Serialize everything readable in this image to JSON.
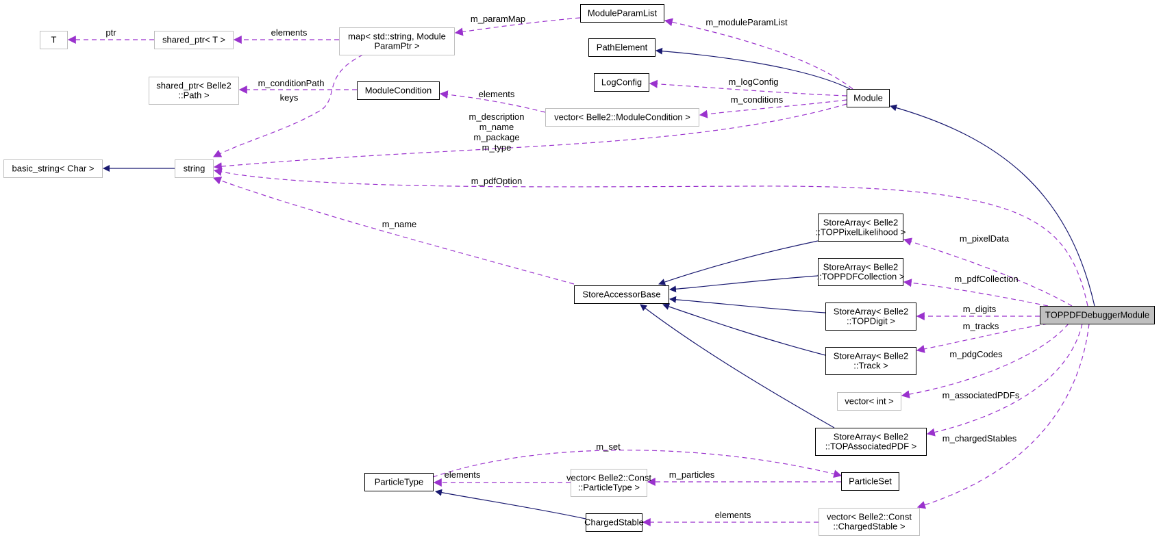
{
  "diagram": {
    "title": "TOPPDFDebuggerModule collaboration graph",
    "colors": {
      "inheritance_edge": "#191970",
      "usage_edge": "#9a32cd",
      "node_border": "#000000",
      "external_border": "#bfbfbf",
      "focus_fill": "#bfbfbf"
    },
    "nodes": [
      {
        "id": "T",
        "lines": [
          "T"
        ],
        "kind": "external"
      },
      {
        "id": "shared_ptr_T",
        "lines": [
          "shared_ptr< T >"
        ],
        "kind": "external"
      },
      {
        "id": "map_param",
        "lines": [
          "map< std::string, Module",
          "ParamPtr >"
        ],
        "kind": "external"
      },
      {
        "id": "ModuleParamList",
        "lines": [
          "ModuleParamList"
        ],
        "kind": "class"
      },
      {
        "id": "PathElement",
        "lines": [
          "PathElement"
        ],
        "kind": "class"
      },
      {
        "id": "LogConfig",
        "lines": [
          "LogConfig"
        ],
        "kind": "class"
      },
      {
        "id": "shared_ptr_path",
        "lines": [
          "shared_ptr< Belle2",
          "::Path >"
        ],
        "kind": "external"
      },
      {
        "id": "ModuleCondition",
        "lines": [
          "ModuleCondition"
        ],
        "kind": "class"
      },
      {
        "id": "vector_modcond",
        "lines": [
          "vector< Belle2::ModuleCondition >"
        ],
        "kind": "external"
      },
      {
        "id": "Module",
        "lines": [
          "Module"
        ],
        "kind": "class"
      },
      {
        "id": "basic_string",
        "lines": [
          "basic_string< Char >"
        ],
        "kind": "external"
      },
      {
        "id": "string",
        "lines": [
          "string"
        ],
        "kind": "external"
      },
      {
        "id": "SA_pixel",
        "lines": [
          "StoreArray< Belle2",
          "::TOPPixelLikelihood >"
        ],
        "kind": "class"
      },
      {
        "id": "SA_pdfcoll",
        "lines": [
          "StoreArray< Belle2",
          "::TOPPDFCollection >"
        ],
        "kind": "class"
      },
      {
        "id": "StoreAccessorBase",
        "lines": [
          "StoreAccessorBase"
        ],
        "kind": "class"
      },
      {
        "id": "SA_digit",
        "lines": [
          "StoreArray< Belle2",
          "::TOPDigit >"
        ],
        "kind": "class"
      },
      {
        "id": "TOPPDFDebuggerModule",
        "lines": [
          "TOPPDFDebuggerModule"
        ],
        "kind": "focus"
      },
      {
        "id": "SA_track",
        "lines": [
          "StoreArray< Belle2",
          "::Track >"
        ],
        "kind": "class"
      },
      {
        "id": "vector_int",
        "lines": [
          "vector< int >"
        ],
        "kind": "external"
      },
      {
        "id": "SA_assoc",
        "lines": [
          "StoreArray< Belle2",
          "::TOPAssociatedPDF >"
        ],
        "kind": "class"
      },
      {
        "id": "ParticleType",
        "lines": [
          "ParticleType"
        ],
        "kind": "class"
      },
      {
        "id": "vector_ptype",
        "lines": [
          "vector< Belle2::Const",
          "::ParticleType >"
        ],
        "kind": "external"
      },
      {
        "id": "ParticleSet",
        "lines": [
          "ParticleSet"
        ],
        "kind": "class"
      },
      {
        "id": "ChargedStable",
        "lines": [
          "ChargedStable"
        ],
        "kind": "class"
      },
      {
        "id": "vector_charged",
        "lines": [
          "vector< Belle2::Const",
          "::ChargedStable >"
        ],
        "kind": "external"
      }
    ],
    "edges": [
      {
        "from": "shared_ptr_T",
        "to": "T",
        "type": "usage",
        "label": [
          "ptr"
        ]
      },
      {
        "from": "map_param",
        "to": "shared_ptr_T",
        "type": "usage",
        "label": [
          "elements"
        ]
      },
      {
        "from": "ModuleParamList",
        "to": "map_param",
        "type": "usage",
        "label": [
          "m_paramMap"
        ]
      },
      {
        "from": "Module",
        "to": "ModuleParamList",
        "type": "usage",
        "label": [
          "m_moduleParamList"
        ]
      },
      {
        "from": "Module",
        "to": "PathElement",
        "type": "inheritance",
        "label": []
      },
      {
        "from": "Module",
        "to": "LogConfig",
        "type": "usage",
        "label": [
          "m_logConfig"
        ]
      },
      {
        "from": "ModuleCondition",
        "to": "shared_ptr_path",
        "type": "usage",
        "label": [
          "m_conditionPath"
        ]
      },
      {
        "from": "map_param",
        "to": "string",
        "type": "usage",
        "label": [
          "keys"
        ]
      },
      {
        "from": "vector_modcond",
        "to": "ModuleCondition",
        "type": "usage",
        "label": [
          "elements"
        ]
      },
      {
        "from": "Module",
        "to": "vector_modcond",
        "type": "usage",
        "label": [
          "m_conditions"
        ]
      },
      {
        "from": "Module",
        "to": "string",
        "type": "usage",
        "label": [
          "m_description",
          "m_name",
          "m_package",
          "m_type"
        ]
      },
      {
        "from": "string",
        "to": "basic_string",
        "type": "inheritance",
        "label": []
      },
      {
        "from": "TOPPDFDebuggerModule",
        "to": "Module",
        "type": "inheritance",
        "label": []
      },
      {
        "from": "TOPPDFDebuggerModule",
        "to": "string",
        "type": "usage",
        "label": [
          "m_pdfOption"
        ]
      },
      {
        "from": "StoreAccessorBase",
        "to": "string",
        "type": "usage",
        "label": [
          "m_name"
        ]
      },
      {
        "from": "SA_pixel",
        "to": "StoreAccessorBase",
        "type": "inheritance",
        "label": []
      },
      {
        "from": "SA_pdfcoll",
        "to": "StoreAccessorBase",
        "type": "inheritance",
        "label": []
      },
      {
        "from": "SA_digit",
        "to": "StoreAccessorBase",
        "type": "inheritance",
        "label": []
      },
      {
        "from": "SA_track",
        "to": "StoreAccessorBase",
        "type": "inheritance",
        "label": []
      },
      {
        "from": "SA_assoc",
        "to": "StoreAccessorBase",
        "type": "inheritance",
        "label": []
      },
      {
        "from": "TOPPDFDebuggerModule",
        "to": "SA_pixel",
        "type": "usage",
        "label": [
          "m_pixelData"
        ]
      },
      {
        "from": "TOPPDFDebuggerModule",
        "to": "SA_pdfcoll",
        "type": "usage",
        "label": [
          "m_pdfCollection"
        ]
      },
      {
        "from": "TOPPDFDebuggerModule",
        "to": "SA_digit",
        "type": "usage",
        "label": [
          "m_digits"
        ]
      },
      {
        "from": "TOPPDFDebuggerModule",
        "to": "SA_track",
        "type": "usage",
        "label": [
          "m_tracks"
        ]
      },
      {
        "from": "TOPPDFDebuggerModule",
        "to": "vector_int",
        "type": "usage",
        "label": [
          "m_pdgCodes"
        ]
      },
      {
        "from": "TOPPDFDebuggerModule",
        "to": "SA_assoc",
        "type": "usage",
        "label": [
          "m_associatedPDFs"
        ]
      },
      {
        "from": "TOPPDFDebuggerModule",
        "to": "vector_charged",
        "type": "usage",
        "label": [
          "m_chargedStables"
        ]
      },
      {
        "from": "ParticleType",
        "to": "ParticleSet",
        "type": "usage",
        "label": [
          "m_set"
        ]
      },
      {
        "from": "vector_ptype",
        "to": "ParticleType",
        "type": "usage",
        "label": [
          "elements"
        ]
      },
      {
        "from": "ParticleSet",
        "to": "vector_ptype",
        "type": "usage",
        "label": [
          "m_particles"
        ]
      },
      {
        "from": "ChargedStable",
        "to": "ParticleType",
        "type": "inheritance",
        "label": []
      },
      {
        "from": "vector_charged",
        "to": "ChargedStable",
        "type": "usage",
        "label": [
          "elements"
        ]
      }
    ]
  }
}
